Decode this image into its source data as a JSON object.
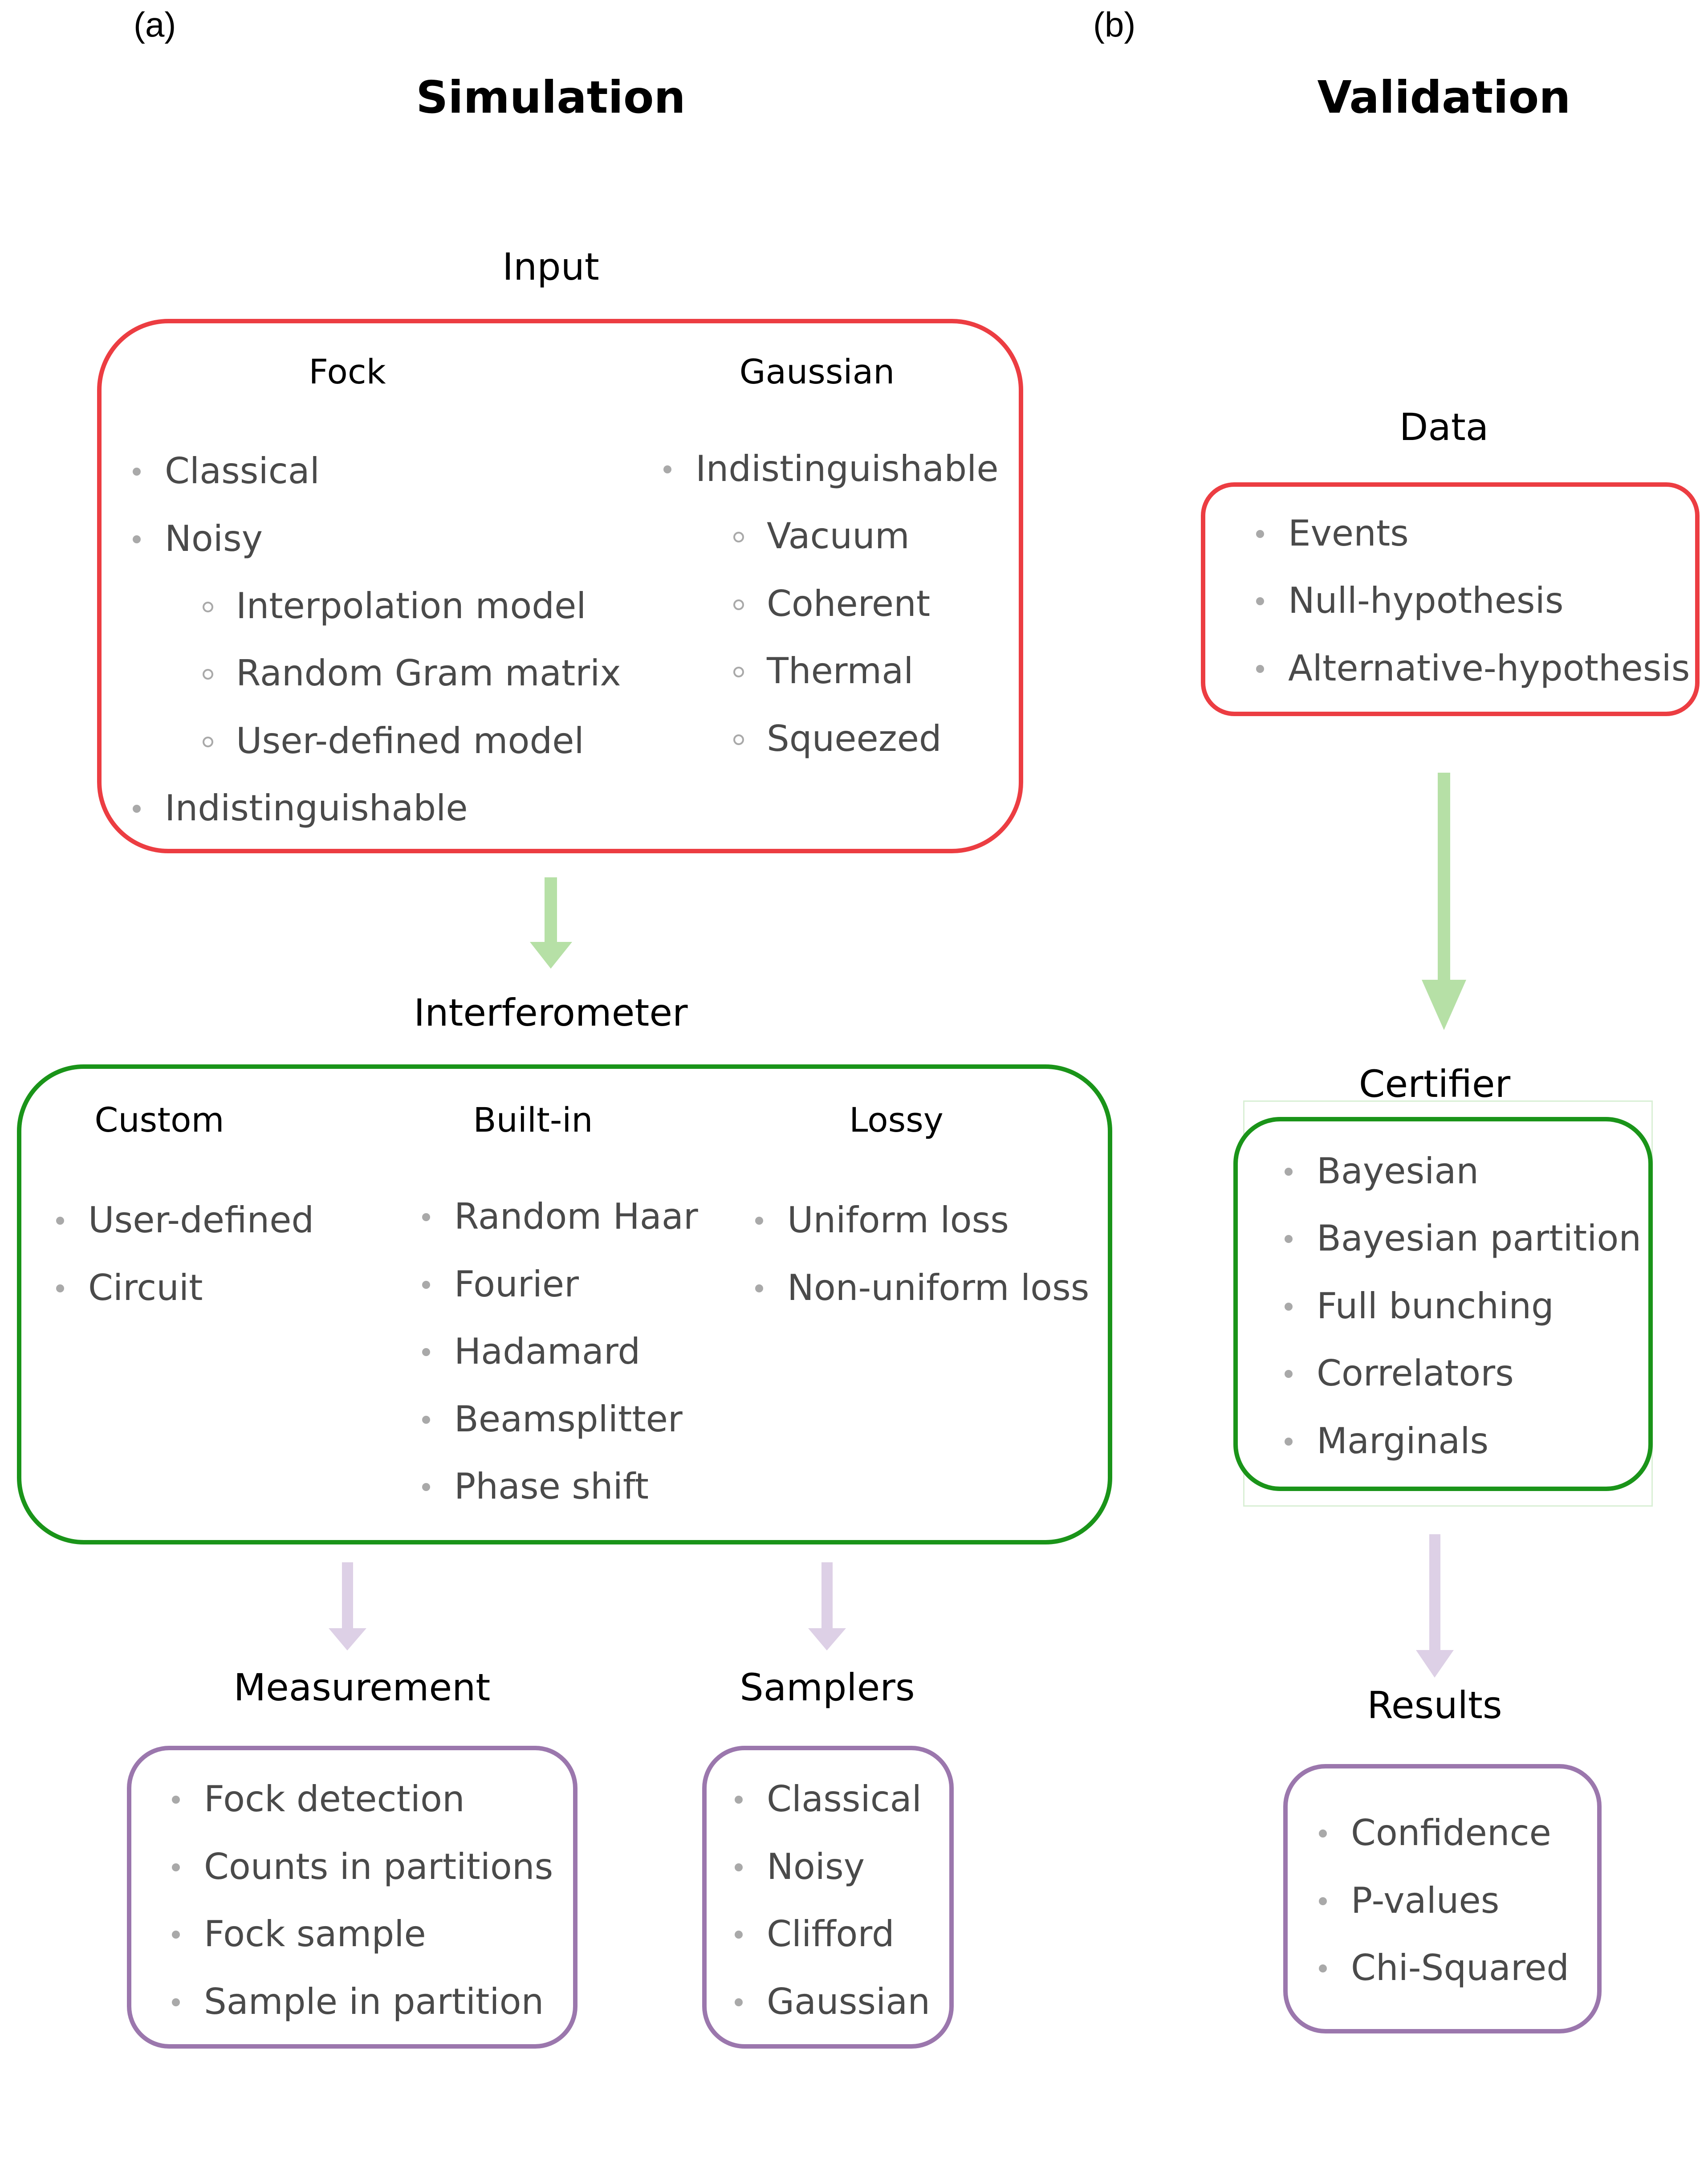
{
  "panels": {
    "a": "(a)",
    "b": "(b)"
  },
  "titles": {
    "simulation": "Simulation",
    "validation": "Validation"
  },
  "input": {
    "title": "Input",
    "fock": {
      "title": "Fock",
      "items": [
        "Classical",
        "Noisy",
        "Indistinguishable"
      ],
      "noisy_sub": [
        "Interpolation model",
        "Random Gram matrix",
        "User-defined model"
      ]
    },
    "gaussian": {
      "title": "Gaussian",
      "item": "Indistinguishable",
      "sub": [
        "Vacuum",
        "Coherent",
        "Thermal",
        "Squeezed"
      ]
    }
  },
  "interferometer": {
    "title": "Interferometer",
    "custom": {
      "title": "Custom",
      "items": [
        "User-defined",
        "Circuit"
      ]
    },
    "builtin": {
      "title": "Built-in",
      "items": [
        "Random Haar",
        "Fourier",
        "Hadamard",
        "Beamsplitter",
        "Phase shift"
      ]
    },
    "lossy": {
      "title": "Lossy",
      "items": [
        "Uniform loss",
        "Non-uniform loss"
      ]
    }
  },
  "measurement": {
    "title": "Measurement",
    "items": [
      "Fock detection",
      "Counts in partitions",
      "Fock sample",
      "Sample in partition"
    ]
  },
  "samplers": {
    "title": "Samplers",
    "items": [
      "Classical",
      "Noisy",
      "Clifford",
      "Gaussian"
    ]
  },
  "data": {
    "title": "Data",
    "items": [
      "Events",
      "Null-hypothesis",
      "Alternative-hypothesis"
    ]
  },
  "certifier": {
    "title": "Certifier",
    "items": [
      "Bayesian",
      "Bayesian partition",
      "Full bunching",
      "Correlators",
      "Marginals"
    ]
  },
  "results": {
    "title": "Results",
    "items": [
      "Confidence",
      "P-values",
      "Chi-Squared"
    ]
  },
  "colors": {
    "input": "#ec3d42",
    "interferometer": "#1a9419",
    "output": "#9b77ad",
    "arrow_green": "#b6e0a6",
    "arrow_purple": "#ddd0e6",
    "bullet": "#a9a9a9"
  }
}
